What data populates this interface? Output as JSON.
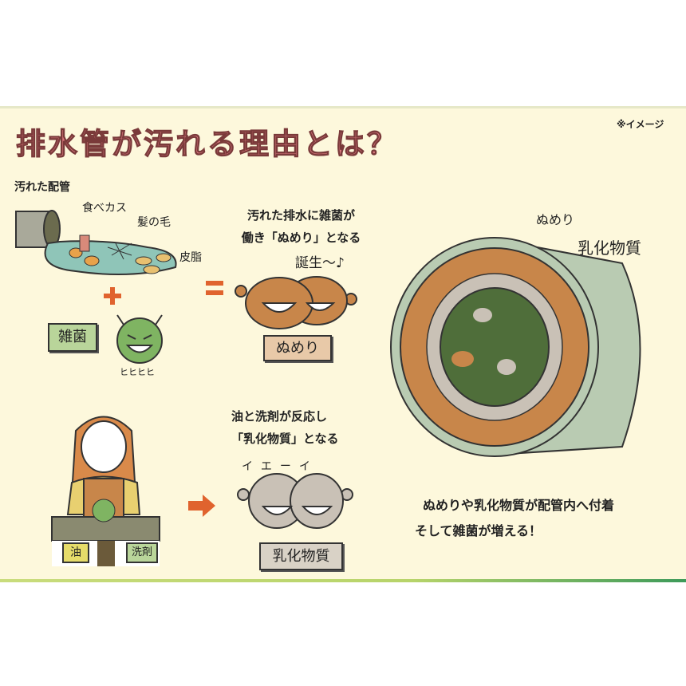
{
  "title": "排水管が汚れる理由とは？",
  "note": "※イメージ",
  "section_label": "汚れた配管",
  "pipe_labels": {
    "food": "食べカス",
    "hair": "髪の毛",
    "sebum": "皮脂"
  },
  "germ_label": "雑菌",
  "germ_laugh": "ヒヒヒヒ",
  "slime_caption": [
    "汚れた排水に雑菌が",
    "働き「ぬめり」となる"
  ],
  "slime_birth": "誕生〜♪",
  "slime_label": "ぬめり",
  "emulsion_caption": [
    "油と洗剤が反応し",
    "「乳化物質」となる"
  ],
  "emulsion_cheer": "イエーイ",
  "emulsion_label": "乳化物質",
  "sink_labels": {
    "oil": "油",
    "detergent": "洗剤"
  },
  "big_pipe_labels": {
    "slime": "ぬめり",
    "emulsion": "乳化物質"
  },
  "conclusion": [
    "ぬめりや乳化物質が配管内へ付着",
    "そして雑菌が増える！"
  ],
  "colors": {
    "background": "#fdf8dc",
    "title": "#de7a80",
    "orange": "#e0632e",
    "germ": "#7fb462",
    "slime": "#c8864a",
    "emulsion": "#c9c1b6",
    "pipe": "#b9cbb2"
  }
}
